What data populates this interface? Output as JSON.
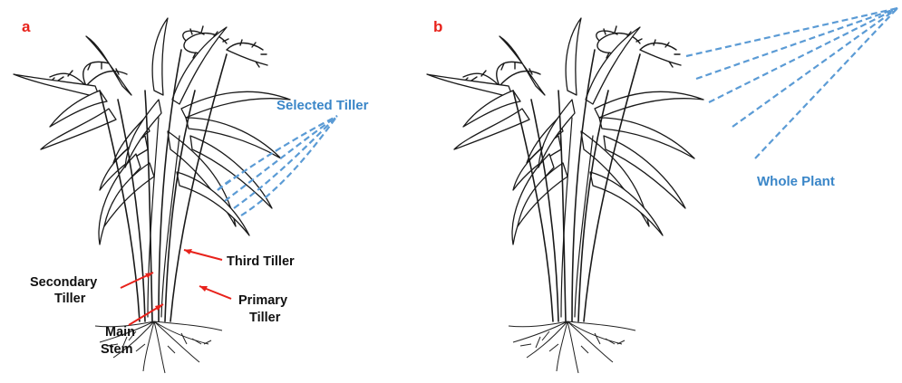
{
  "panels": [
    {
      "letter": "a"
    },
    {
      "letter": "b"
    }
  ],
  "labels": {
    "selected_tiller": "Selected Tiller",
    "whole_plant": "Whole Plant",
    "third_tiller": "Third Tiller",
    "secondary_tiller_line1": "Secondary",
    "secondary_tiller_line2": "Tiller",
    "primary_tiller_line1": "Primary",
    "primary_tiller_line2": "Tiller",
    "main_stem_line1": "Main",
    "main_stem_line2": "Stem"
  },
  "colors": {
    "panel_letter": "#e8221b",
    "arrows": "#e8221b",
    "annotation_blue": "#5b9bd5",
    "annotation_text_blue": "#3a86c8"
  }
}
